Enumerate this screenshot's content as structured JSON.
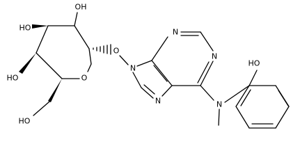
{
  "atom_labels": {
    "oh_c2": "OH",
    "oh_c3": "HO",
    "oh_c4": "HO",
    "oh_c6": "HO",
    "o_ring": "O",
    "o_glyco": "O",
    "n1": "N",
    "n3": "N",
    "n7": "N",
    "n9": "N",
    "n_amine": "N",
    "oh_phenol": "HO"
  },
  "colors": {
    "bond": "#000000",
    "text": "#000000",
    "background": "#ffffff"
  }
}
